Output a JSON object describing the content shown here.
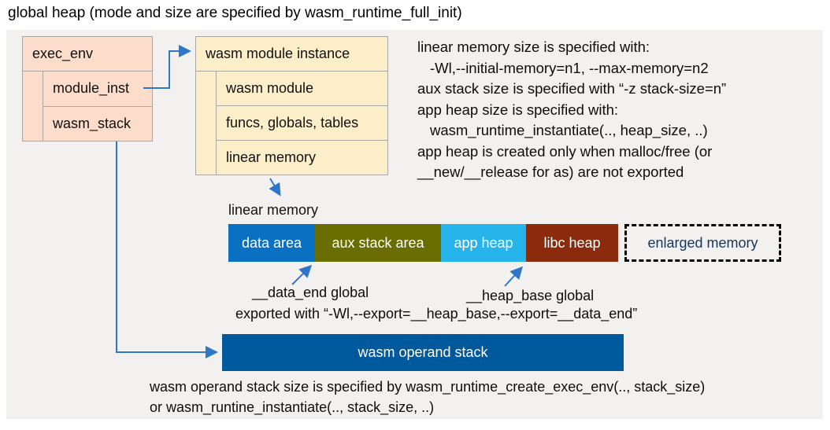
{
  "title": "global heap (mode and size are specified by wasm_runtime_full_init)",
  "exec_env_box": {
    "title": "exec_env",
    "rows": [
      "module_inst",
      "wasm_stack"
    ]
  },
  "module_instance_box": {
    "title": "wasm module instance",
    "rows": [
      "wasm module",
      "funcs, globals, tables",
      "linear memory"
    ]
  },
  "notes": {
    "lines": [
      "linear memory size is specified with:",
      "-Wl,--initial-memory=n1, --max-memory=n2",
      "aux stack size is specified with “-z stack-size=n”",
      "app heap size is specified with:",
      "wasm_runtime_instantiate(.., heap_size, ..)",
      "app heap is created only when malloc/free (or",
      "__new/__release for as) are not exported"
    ]
  },
  "linear_memory": {
    "label": "linear memory",
    "segments": [
      {
        "label": "data area",
        "color": "#0a70c2"
      },
      {
        "label": "aux stack area",
        "color": "#6a6e00"
      },
      {
        "label": "app heap",
        "color": "#27b4ea"
      },
      {
        "label": "libc heap",
        "color": "#8a2b0d"
      }
    ],
    "enlarged_memory": {
      "label": "enlarged memory",
      "text_color": "#17355e"
    }
  },
  "annotations": {
    "data_end": "__data_end global",
    "heap_base": "__heap_base global",
    "exported": "exported with “-Wl,--export=__heap_base,--export=__data_end”"
  },
  "operand_stack": {
    "label": "wasm operand stack",
    "color": "#00589d"
  },
  "footnote": {
    "lines": [
      "wasm operand stack size is specified by wasm_runtime_create_exec_env(.., stack_size)",
      "or wasm_runtine_instantiate(.., stack_size, ..)"
    ]
  },
  "connector_color": "#2e77c8"
}
